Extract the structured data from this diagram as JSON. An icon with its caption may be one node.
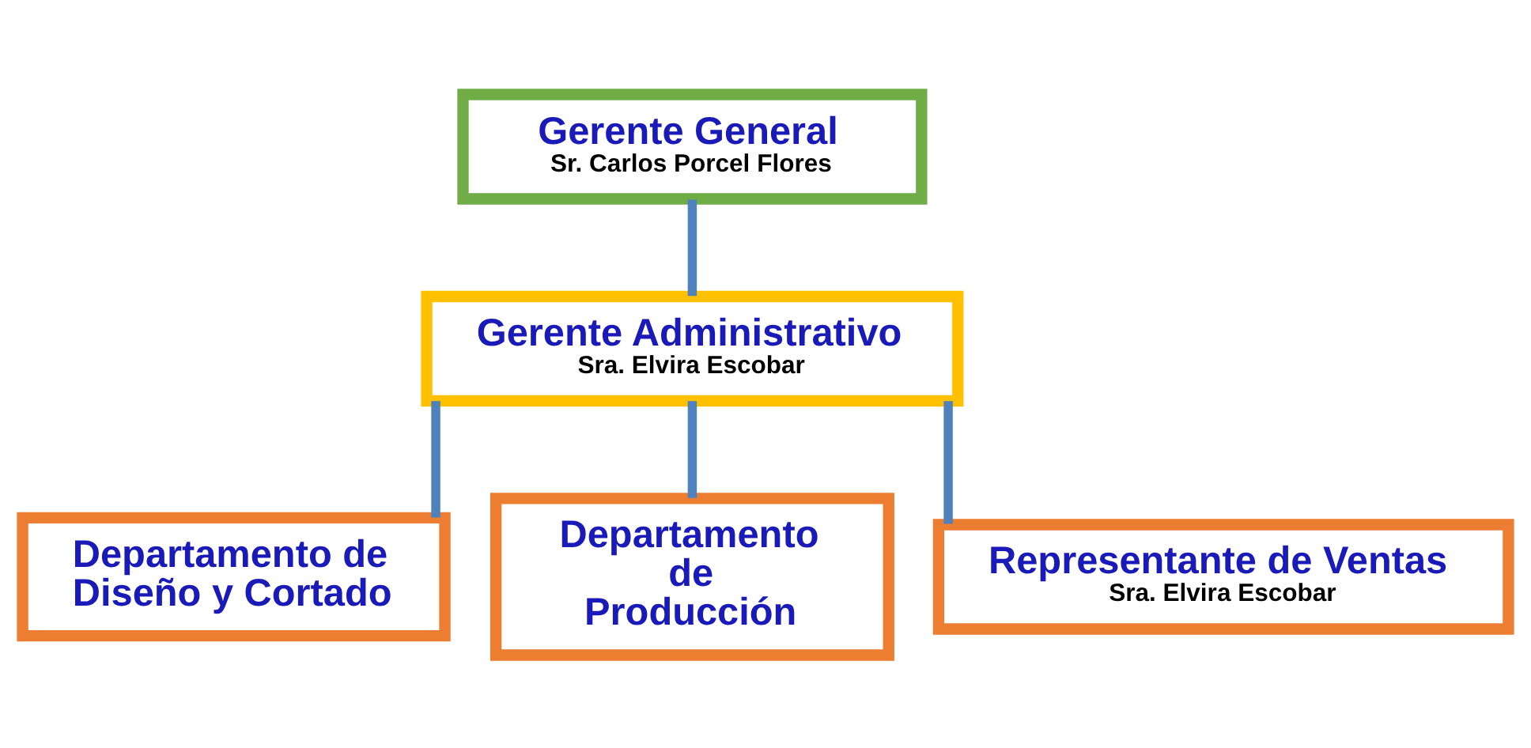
{
  "diagram": {
    "nodes": [
      {
        "text": [
          "Gerente General",
          "Sr. Carlos Porcel Flores"
        ]
      },
      {
        "text": [
          "Gerente Administrativo",
          "Sra. Elvira Escobar"
        ]
      },
      {
        "text": [
          "Departamento de Diseño y Cortado"
        ]
      },
      {
        "text": [
          "Departamento de Producción"
        ]
      },
      {
        "text": [
          "Representante de Ventas",
          "Sra. Elvira Escobar"
        ]
      }
    ],
    "edges": [
      {
        "from": 0,
        "to": 1,
        "arrow": "none"
      },
      {
        "from": 1,
        "to": 2,
        "arrow": "none"
      },
      {
        "from": 1,
        "to": 3,
        "arrow": "none"
      },
      {
        "from": 1,
        "to": 4,
        "arrow": "none"
      }
    ]
  }
}
